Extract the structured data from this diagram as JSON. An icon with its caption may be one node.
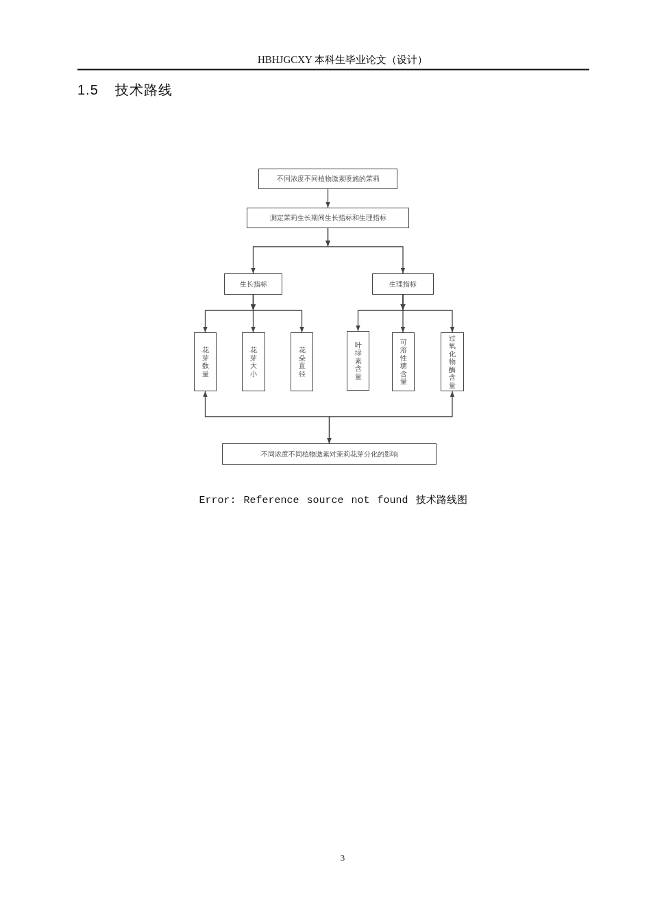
{
  "diagram": {
    "title": "1.5 技术路线",
    "caption": "Error: Reference source not found 技术路线图",
    "nodes": [
      {
        "text": [
          "不同浓度不同植物激素喷施的茉莉"
        ]
      },
      {
        "text": [
          "测定茉莉生长期间生长指标和生理指标"
        ]
      },
      {
        "text": [
          "生长指标"
        ]
      },
      {
        "text": [
          "生理指标"
        ]
      },
      {
        "text": [
          "花芽数量"
        ]
      },
      {
        "text": [
          "花芽大小"
        ]
      },
      {
        "text": [
          "花朵直径"
        ]
      },
      {
        "text": [
          "叶绿素含量"
        ]
      },
      {
        "text": [
          "可溶性糖含量"
        ]
      },
      {
        "text": [
          "过氧化物酶含量"
        ]
      },
      {
        "text": [
          "不同浓度不同植物激素对茉莉花芽分化的影响"
        ]
      }
    ],
    "edges": [
      {
        "from": 0,
        "to": 1,
        "arrow": "to"
      },
      {
        "from": 1,
        "to": 2,
        "arrow": "to"
      },
      {
        "from": 1,
        "to": 3,
        "arrow": "to"
      },
      {
        "from": 2,
        "to": 4,
        "arrow": "to"
      },
      {
        "from": 2,
        "to": 5,
        "arrow": "to"
      },
      {
        "from": 2,
        "to": 6,
        "arrow": "to"
      },
      {
        "from": 3,
        "to": 7,
        "arrow": "to"
      },
      {
        "from": 3,
        "to": 8,
        "arrow": "to"
      },
      {
        "from": 3,
        "to": 9,
        "arrow": "to"
      },
      {
        "from": 10,
        "to": 4,
        "arrow": "both"
      },
      {
        "from": 10,
        "to": 9,
        "arrow": "both"
      }
    ],
    "labels": [
      "HBHJGCXY 本科生毕业论文（设计）",
      "3"
    ]
  }
}
